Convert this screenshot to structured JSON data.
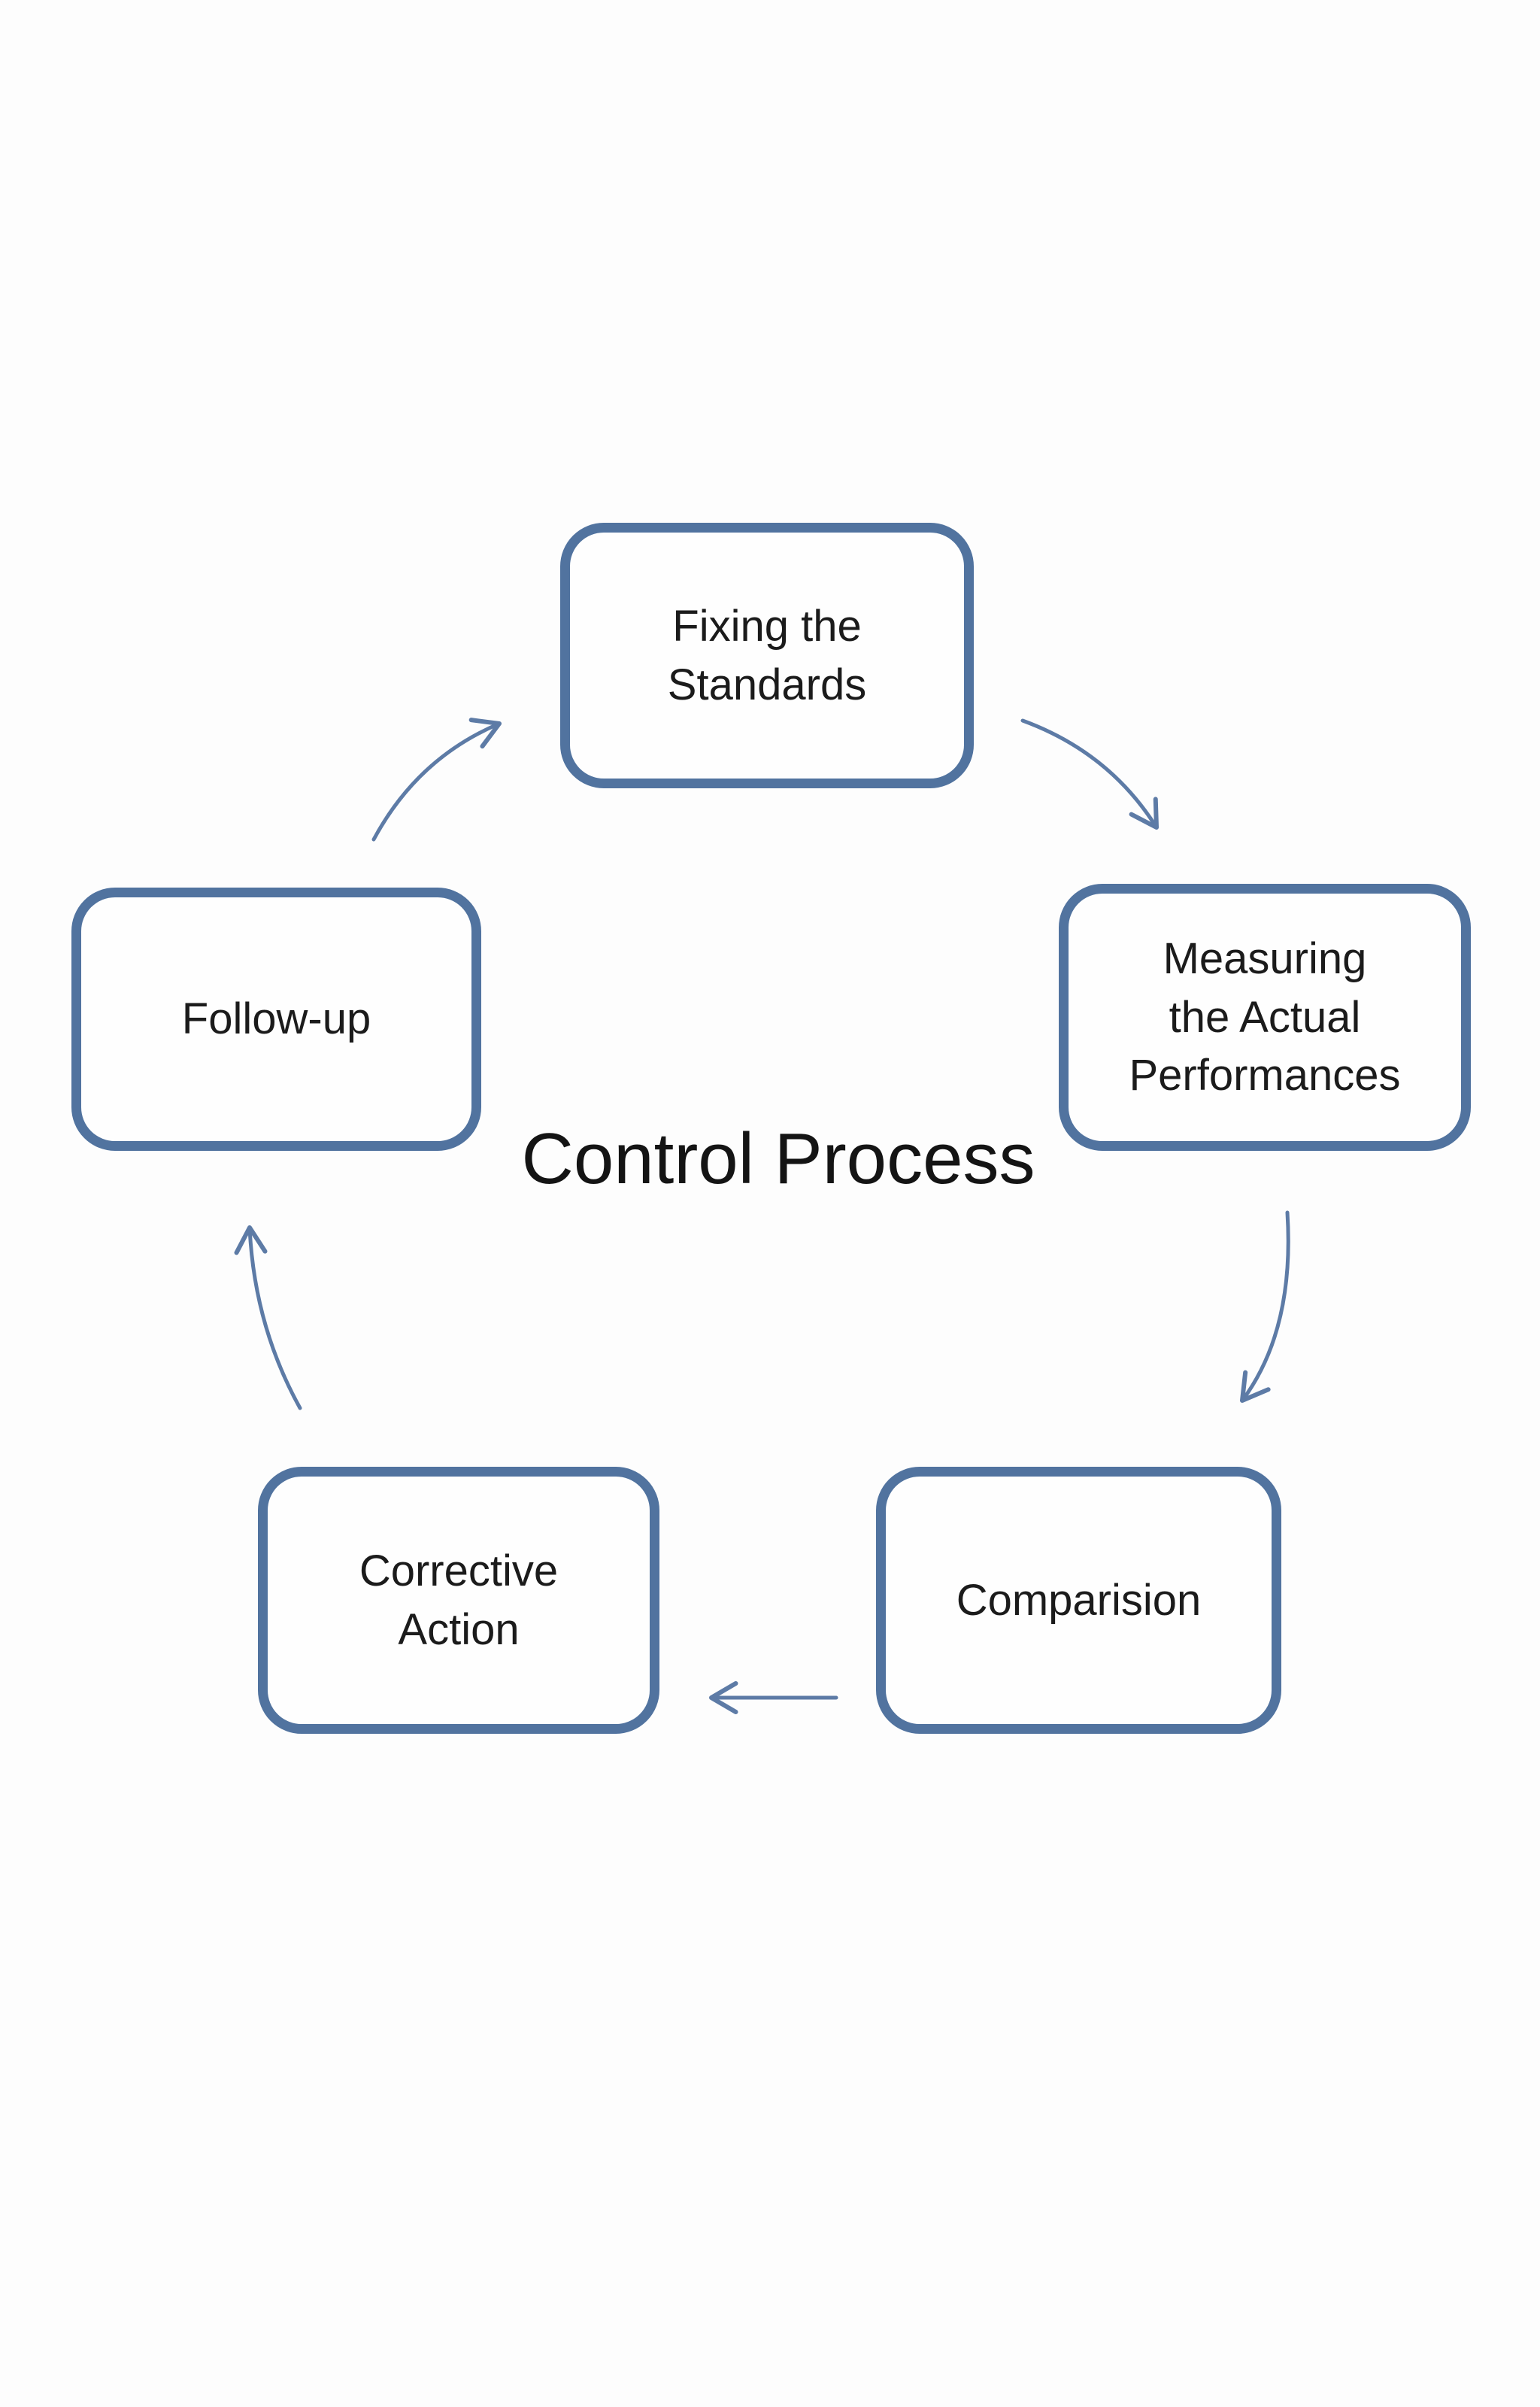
{
  "title": "Control Process",
  "nodes": [
    {
      "id": "fixing-the-standards",
      "label": "Fixing the\nStandards"
    },
    {
      "id": "measuring-the-actual-performances",
      "label": "Measuring\nthe Actual\nPerformances"
    },
    {
      "id": "comparision",
      "label": "Comparision"
    },
    {
      "id": "corrective-action",
      "label": "Corrective\nAction"
    },
    {
      "id": "follow-up",
      "label": "Follow-up"
    }
  ],
  "arrows": [
    {
      "from": "follow-up",
      "to": "fixing-the-standards"
    },
    {
      "from": "fixing-the-standards",
      "to": "measuring-the-actual-performances"
    },
    {
      "from": "measuring-the-actual-performances",
      "to": "comparision"
    },
    {
      "from": "comparision",
      "to": "corrective-action"
    },
    {
      "from": "corrective-action",
      "to": "follow-up"
    }
  ],
  "colors": {
    "background": "#fdfdfd",
    "box_border": "#51739f",
    "box_fill": "#fefefe",
    "arrow": "#5d7ba6",
    "text": "#1b1b1b",
    "title_text": "#141414"
  }
}
